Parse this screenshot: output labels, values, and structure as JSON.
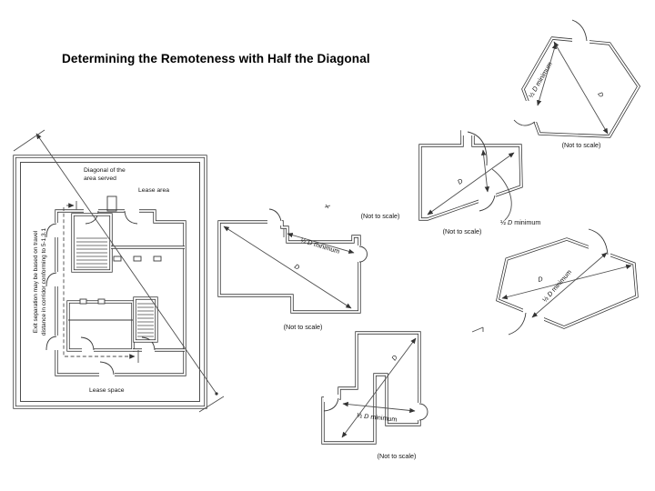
{
  "slide": {
    "title": "Determining the Remoteness with Half the Diagonal"
  },
  "colors": {
    "background": "#ffffff",
    "wall_line": "#3a3a3a",
    "dimension_line": "#4f4f4f",
    "text": "#111111"
  },
  "floor_plan": {
    "diagonal_note_line1": "Diagonal of the",
    "diagonal_note_line2": "area served",
    "lease_area": "Lease area",
    "lease_space": "Lease space",
    "exit_note_line1": "Exit separation may be based on travel",
    "exit_note_line2": "distance in corridor conforming to 5-1.3.1"
  },
  "diagrams": {
    "l_shape": {
      "half": "½",
      "d": "D",
      "minimum": "minimum",
      "scale_note": "(Not to scale)"
    },
    "pentagon": {
      "half": "½",
      "d": "D",
      "minimum": "minimum",
      "scale_note": "(Not to scale)"
    },
    "hex_top": {
      "half": "½",
      "d": "D",
      "minimum": "minimum",
      "scale_note": "(Not to scale)"
    },
    "hex_right": {
      "half": "½",
      "d": "D",
      "minimum": "minimum"
    },
    "plus_shape": {
      "half": "½",
      "d": "D",
      "minimum": "minimum",
      "scale_note": "(Not to scale)"
    },
    "floating_scale_note": "(Not to scale)"
  }
}
